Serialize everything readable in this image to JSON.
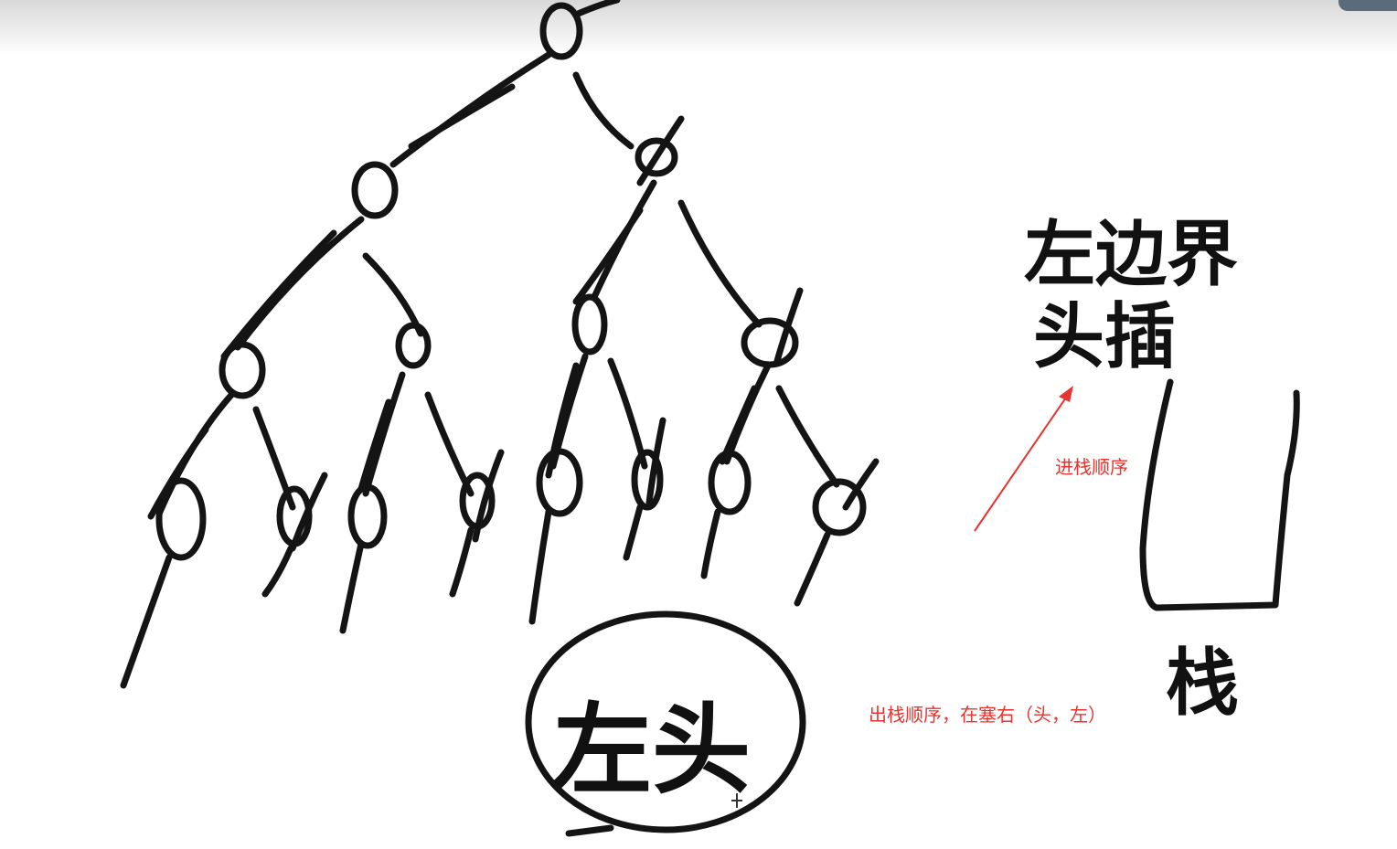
{
  "handwriting": {
    "left_boundary": "左边界",
    "head_insert": "头插",
    "stack": "栈",
    "left_head": "左头"
  },
  "annotations": {
    "push_order": "进栈顺序",
    "pop_order": "出栈顺序，在塞右（头，左）"
  },
  "colors": {
    "ink": "#141414",
    "annotation": "#e8332e"
  }
}
